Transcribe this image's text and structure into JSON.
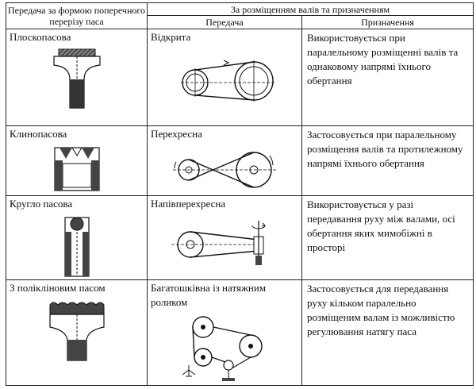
{
  "table": {
    "header": {
      "col1": "Передача за формою поперечного перерізу паса",
      "group": "За розміщенням валів та призначенням",
      "col2": "Передача",
      "col3": "Призначення"
    },
    "rows": [
      {
        "section": "Плоскопасова",
        "transmission": "Відкрита",
        "purpose": "Використовується при паралельному розміщенні валів та однаковому напрямі їхнього обертання",
        "section_icon": "flat-belt-section-icon",
        "drive_icon": "open-belt-drive-icon"
      },
      {
        "section": "Клинопасова",
        "transmission": "Перехресна",
        "purpose": "Застосовується при паралельному розміщення валів та протилежному напрямі їхнього обертання",
        "section_icon": "v-belt-section-icon",
        "drive_icon": "crossed-belt-drive-icon"
      },
      {
        "section": "Кругло пасова",
        "transmission": "Напівперехресна",
        "purpose": "Використовується у разі передавання руху між валами, осі обертання яких мимобіжні в просторі",
        "section_icon": "round-belt-section-icon",
        "drive_icon": "half-crossed-belt-drive-icon"
      },
      {
        "section": "З полікліновим пасом",
        "transmission": "Багатошківна із натяжним роликом",
        "purpose": "Застосовується для передавання руху кільком паралельно розміщеним валам із можливістю регулювання натягу паса",
        "section_icon": "poly-v-belt-section-icon",
        "drive_icon": "multi-pulley-tensioner-drive-icon"
      }
    ]
  }
}
